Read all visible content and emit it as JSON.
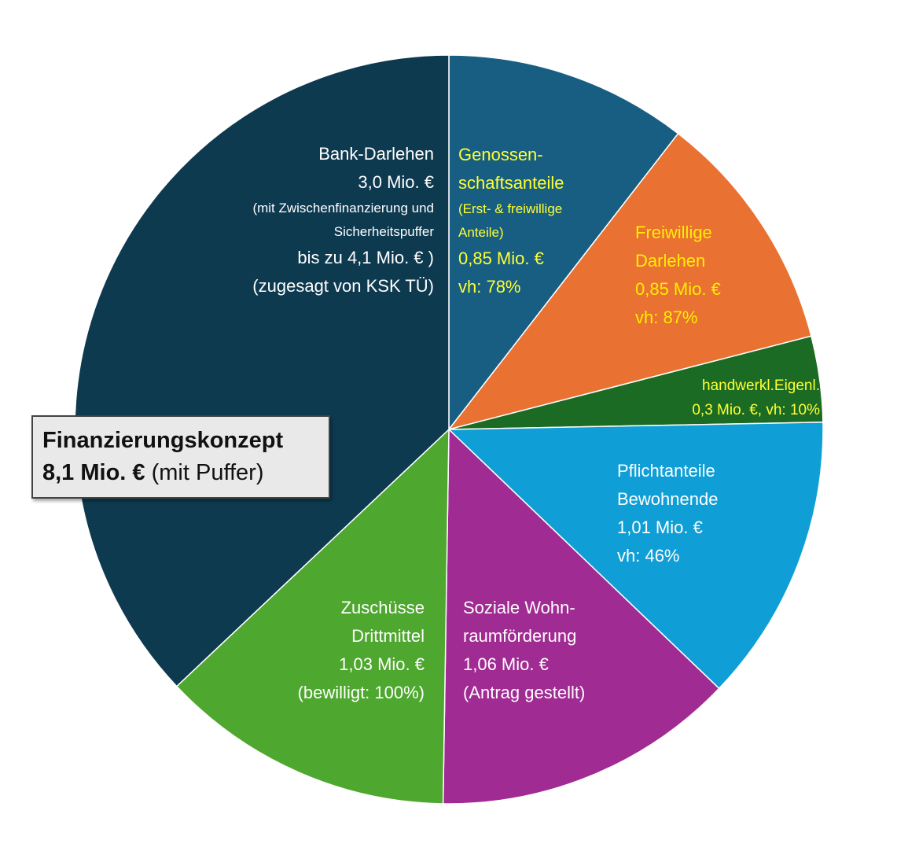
{
  "chart_data": {
    "type": "pie",
    "title": "Finanzierungskonzept",
    "total_label": "8,1 Mio. €",
    "total_note": "(mit Puffer)",
    "unit": "Mio. €",
    "slices": [
      {
        "name": "Genossenschaftsanteile",
        "value": 0.85,
        "color": "#175e82",
        "lines": [
          "Genossen-",
          "schaftsanteile",
          "(Erst- & freiwillige",
          "Anteile)",
          "0,85 Mio. €",
          "vh: 78%"
        ]
      },
      {
        "name": "Freiwillige Darlehen",
        "value": 0.85,
        "color": "#e97132",
        "lines": [
          "Freiwillige",
          "Darlehen",
          "0,85 Mio. €",
          "vh: 87%"
        ]
      },
      {
        "name": "handwerkl. Eigenleistung",
        "value": 0.3,
        "color": "#1b6b24",
        "lines": [
          "handwerkl.Eigenl.",
          "0,3 Mio. €, vh: 10%"
        ]
      },
      {
        "name": "Pflichtanteile Bewohnende",
        "value": 1.01,
        "color": "#0f9ed5",
        "lines": [
          "Pflichtanteile",
          "Bewohnende",
          "1,01 Mio. €",
          "vh: 46%"
        ]
      },
      {
        "name": "Soziale Wohnraumförderung",
        "value": 1.06,
        "color": "#a02b93",
        "lines": [
          "Soziale Wohn-",
          "raumförderung",
          "1,06 Mio. €",
          "(Antrag gestellt)"
        ]
      },
      {
        "name": "Zuschüsse Drittmittel",
        "value": 1.03,
        "color": "#4ea72e",
        "lines": [
          "Zuschüsse",
          "Drittmittel",
          "1,03 Mio. €",
          "(bewilligt: 100%)"
        ]
      },
      {
        "name": "Bank-Darlehen",
        "value": 3.0,
        "color": "#0e3a50",
        "lines": [
          "Bank-Darlehen",
          "3,0 Mio. €",
          "(mit Zwischenfinanzierung und",
          "Sicherheitspuffer",
          "bis zu 4,1 Mio. € )",
          "(zugesagt von KSK TÜ)"
        ]
      }
    ]
  }
}
